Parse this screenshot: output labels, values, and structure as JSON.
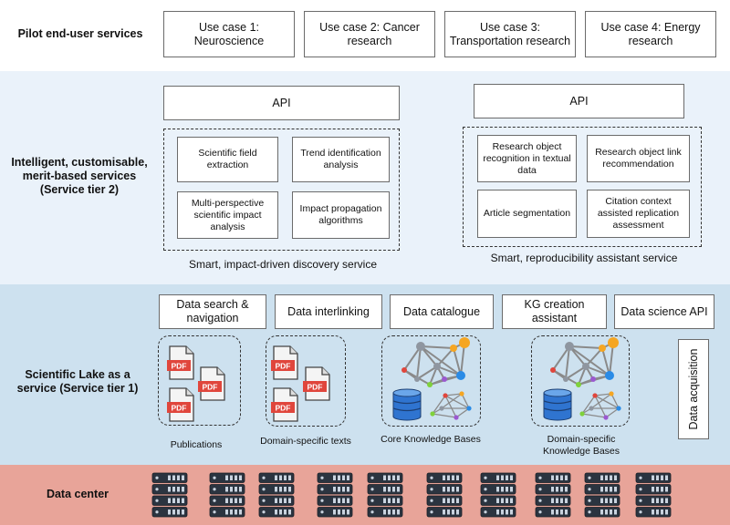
{
  "tiers": {
    "pilot": "Pilot end-user services",
    "tier2": "Intelligent, customisable, merit-based services (Service tier 2)",
    "tier1": "Scientific Lake as a service (Service tier 1)",
    "datacenter": "Data center"
  },
  "use_cases": [
    "Use case 1: Neuroscience",
    "Use case 2: Cancer research",
    "Use case 3: Transportation research",
    "Use case 4: Energy research"
  ],
  "tier2": {
    "left": {
      "api": "API",
      "boxes": [
        "Scientific field extraction",
        "Trend identification analysis",
        "Multi-perspective scientific impact analysis",
        "Impact propagation algorithms"
      ],
      "caption": "Smart, impact-driven discovery service"
    },
    "right": {
      "api": "API",
      "boxes": [
        "Research object recognition in textual data",
        "Research object link recommendation",
        "Article segmentation",
        "Citation context assisted replication assessment"
      ],
      "caption": "Smart, reproducibility assistant service"
    }
  },
  "tier1": {
    "services": [
      "Data search & navigation",
      "Data interlinking",
      "Data catalogue",
      "KG creation assistant",
      "Data science API"
    ],
    "acquisition": "Data acquisition",
    "groups": [
      "Publications",
      "Domain-specific texts",
      "Core Knowledge Bases",
      "Domain-specific Knowledge Bases"
    ],
    "pdf_label": "PDF"
  },
  "colors": {
    "pilot_band": "#ffffff",
    "tier_band": "#eaf2fa",
    "tier1_band": "#cde1ef",
    "datacenter_band": "#e8a499",
    "pdf_red": "#e0463c",
    "db_blue": "#2f74d0",
    "node_orange": "#f5a623",
    "node_blue": "#2a8be6"
  },
  "icons": [
    "pdf-file-icon",
    "knowledge-graph-icon",
    "database-icon",
    "server-rack-icon"
  ]
}
